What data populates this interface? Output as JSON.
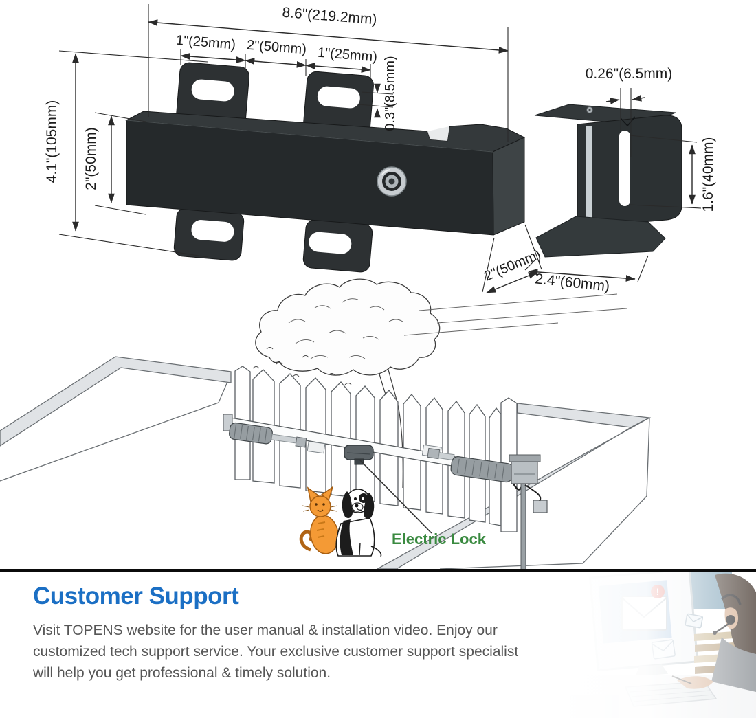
{
  "colors": {
    "accent_blue": "#1b6fc4",
    "label_green": "#3a8a40",
    "alert_red": "#d9483b",
    "metal_dark": "#25292b"
  },
  "lock_diagram": {
    "total_width": "8.6\"(219.2mm)",
    "tab_width_left": "1\"(25mm)",
    "tab_gap": "2\"(50mm)",
    "tab_width_right": "1\"(25mm)",
    "tab_slot_height": "0.3\"(8.5mm)",
    "total_height": "4.1\"(105mm)",
    "body_height": "2\"(50mm)",
    "body_depth": "2\"(50mm)"
  },
  "striker_diagram": {
    "slot_width": "0.26\"(6.5mm)",
    "slot_length": "1.6\"(40mm)",
    "base_width": "2.4\"(60mm)"
  },
  "scene": {
    "electric_lock_label": "Electric Lock"
  },
  "support": {
    "heading": "Customer Support",
    "body_lines": [
      "Visit TOPENS website for the user manual & installation video. Enjoy our",
      "customized tech support service. Your exclusive customer support specialist",
      "will help you get professional & timely solution."
    ]
  },
  "photo": {
    "alert_text": "!"
  }
}
